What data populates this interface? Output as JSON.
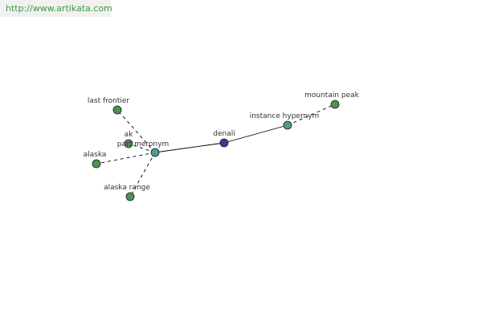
{
  "site": {
    "url_text": "http://www.artikata.com"
  },
  "colors": {
    "root_node": "#2e3f8f",
    "relation_node": "#4e9a94",
    "leaf_node": "#4f9150",
    "node_stroke": "#1a1a1a",
    "edge": "#000000",
    "url": "#3a9a3a"
  },
  "graph": {
    "nodes": [
      {
        "id": "denali",
        "label": "denali",
        "kind": "root"
      },
      {
        "id": "part_meronym",
        "label": "part meronym",
        "kind": "relation"
      },
      {
        "id": "instance_hypernym",
        "label": "instance hypernym",
        "kind": "relation"
      },
      {
        "id": "last_frontier",
        "label": "last frontier",
        "kind": "leaf"
      },
      {
        "id": "ak",
        "label": "ak",
        "kind": "leaf"
      },
      {
        "id": "alaska",
        "label": "alaska",
        "kind": "leaf"
      },
      {
        "id": "alaska_range",
        "label": "alaska range",
        "kind": "leaf"
      },
      {
        "id": "mountain_peak",
        "label": "mountain peak",
        "kind": "leaf"
      }
    ],
    "edges": [
      {
        "from": "denali",
        "to": "part_meronym",
        "style": "solid"
      },
      {
        "from": "denali",
        "to": "instance_hypernym",
        "style": "solid"
      },
      {
        "from": "part_meronym",
        "to": "last_frontier",
        "style": "dashed"
      },
      {
        "from": "part_meronym",
        "to": "ak",
        "style": "dashed"
      },
      {
        "from": "part_meronym",
        "to": "alaska",
        "style": "dashed"
      },
      {
        "from": "part_meronym",
        "to": "alaska_range",
        "style": "dashed"
      },
      {
        "from": "instance_hypernym",
        "to": "mountain_peak",
        "style": "dashed"
      }
    ]
  }
}
